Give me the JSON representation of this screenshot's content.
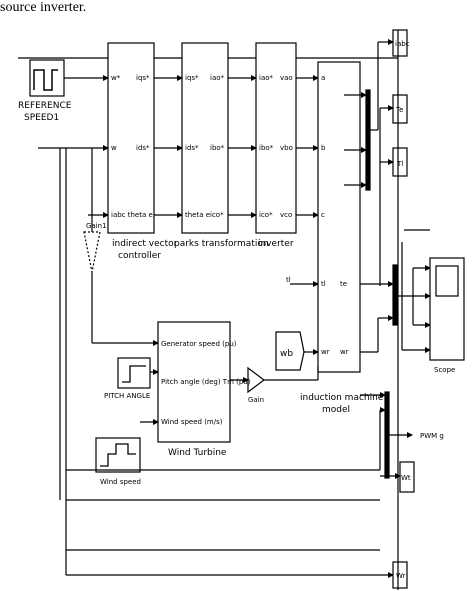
{
  "caption": "source inverter.",
  "blocks": {
    "reference_speed": "REFERENCE SPEED1",
    "indirect_vector_controller": "indirect vector controller",
    "vc_in1": "w*",
    "vc_in2": "w",
    "vc_in3": "iabc theta e",
    "vc_out1": "iqs*",
    "vc_out2": "ids*",
    "parks_transformation": "parks transformation",
    "pt_in1": "iqs*",
    "pt_in2": "ids*",
    "pt_in3": "theta e",
    "pt_out1": "iao*",
    "pt_out2": "ibo*",
    "pt_out3": "ico*",
    "inverter": "inverter",
    "inv_in1": "iao*",
    "inv_in2": "ibo*",
    "inv_in3": "ico*",
    "inv_out1": "vao",
    "inv_out2": "vbo",
    "inv_out3": "vco",
    "gain1": "Gain1",
    "wind_turbine": "Wind Turbine",
    "wt_in1": "Generator speed (pu)",
    "wt_in2": "Pitch angle (deg) Tm (pu)",
    "wt_in3": "Wind speed (m/s)",
    "pitch_angle": "PITCH ANGLE",
    "wind_speed": "Wind speed",
    "gain": "Gain",
    "wb": "wb",
    "induction_machine": "induction machine model",
    "im_in_a": "a",
    "im_in_b": "b",
    "im_in_c": "c",
    "im_te": "te",
    "im_wr": "wr",
    "im_in_tl": "tl",
    "im_in_wr": "wr",
    "scope": "Scope",
    "iabc": "iabc",
    "te_out": "Te",
    "tl_out": "Tl",
    "wr_out": "Wr",
    "pmw_out": "PWM g",
    "wt_out": "Wt"
  }
}
